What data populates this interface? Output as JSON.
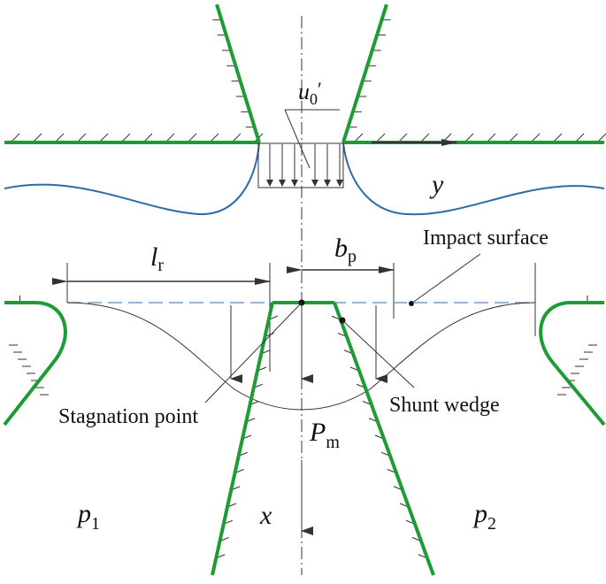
{
  "labels": {
    "u0_main": "u",
    "u0_sub": "0",
    "u0_prime": "′",
    "y_axis": "y",
    "x_axis": "x",
    "impact_surface": "Impact surface",
    "lr_main": "l",
    "lr_sub": "r",
    "bp_main": "b",
    "bp_sub": "p",
    "stagnation_point": "Stagnation point",
    "shunt_wedge": "Shunt wedge",
    "pm_main": "P",
    "pm_sub": "m",
    "p1_main": "p",
    "p1_sub": "1",
    "p2_main": "p",
    "p2_sub": "2"
  },
  "colors": {
    "wall": "#1e9b35",
    "jet_boundary": "#2f6aa8",
    "impact_surface_line": "#7a9cc6",
    "ink": "#111111"
  }
}
